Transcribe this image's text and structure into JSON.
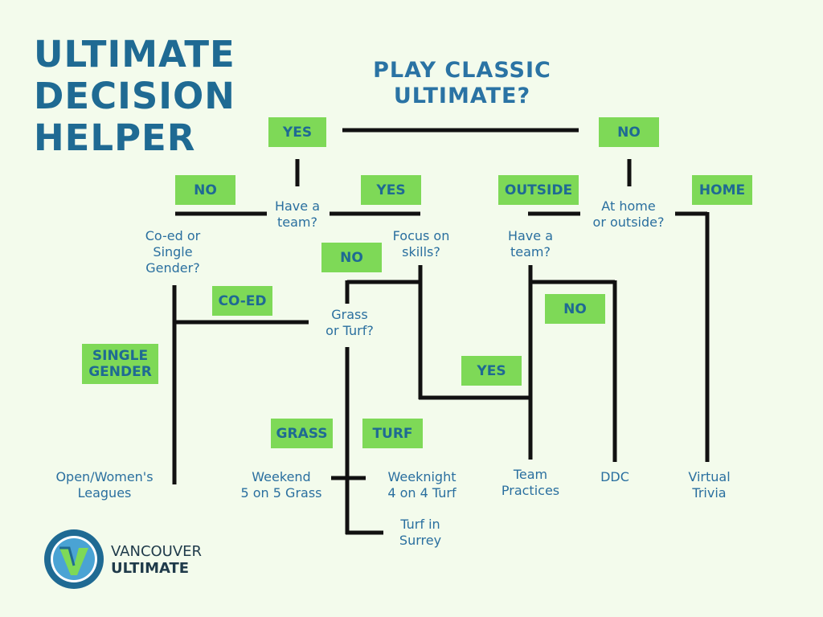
{
  "title": "ULTIMATE\nDECISION\nHELPER",
  "top_question": "PLAY CLASSIC\nULTIMATE?",
  "labels": {
    "yes_top": "YES",
    "no_top": "NO",
    "no_team": "NO",
    "yes_team": "YES",
    "outside": "OUTSIDE",
    "home": "HOME",
    "no_skills": "NO",
    "coed": "CO-ED",
    "no_outside_team": "NO",
    "single_gender": "SINGLE\nGENDER",
    "yes_skills": "YES",
    "grass": "GRASS",
    "turf": "TURF"
  },
  "questions": {
    "have_team": "Have a\nteam?",
    "home_outside": "At home\nor outside?",
    "coed_single": "Co-ed or\nSingle\nGender?",
    "focus_skills": "Focus on\nskills?",
    "have_team_2": "Have a\nteam?",
    "grass_turf": "Grass\nor Turf?"
  },
  "outcomes": {
    "leagues": "Open/Women's\nLeagues",
    "weekend": "Weekend\n5 on 5 Grass",
    "weeknight": "Weeknight\n4 on 4 Turf",
    "team_practices": "Team\nPractices",
    "ddc": "DDC",
    "virtual_trivia": "Virtual\nTrivia",
    "turf_surrey": "Turf in\nSurrey"
  },
  "logo": {
    "line1": "VANCOUVER",
    "line2": "ULTIMATE"
  },
  "colors": {
    "background": "#f3fbec",
    "label_green": "#7ed957",
    "title_blue": "#1f6a93",
    "line": "#111111"
  }
}
